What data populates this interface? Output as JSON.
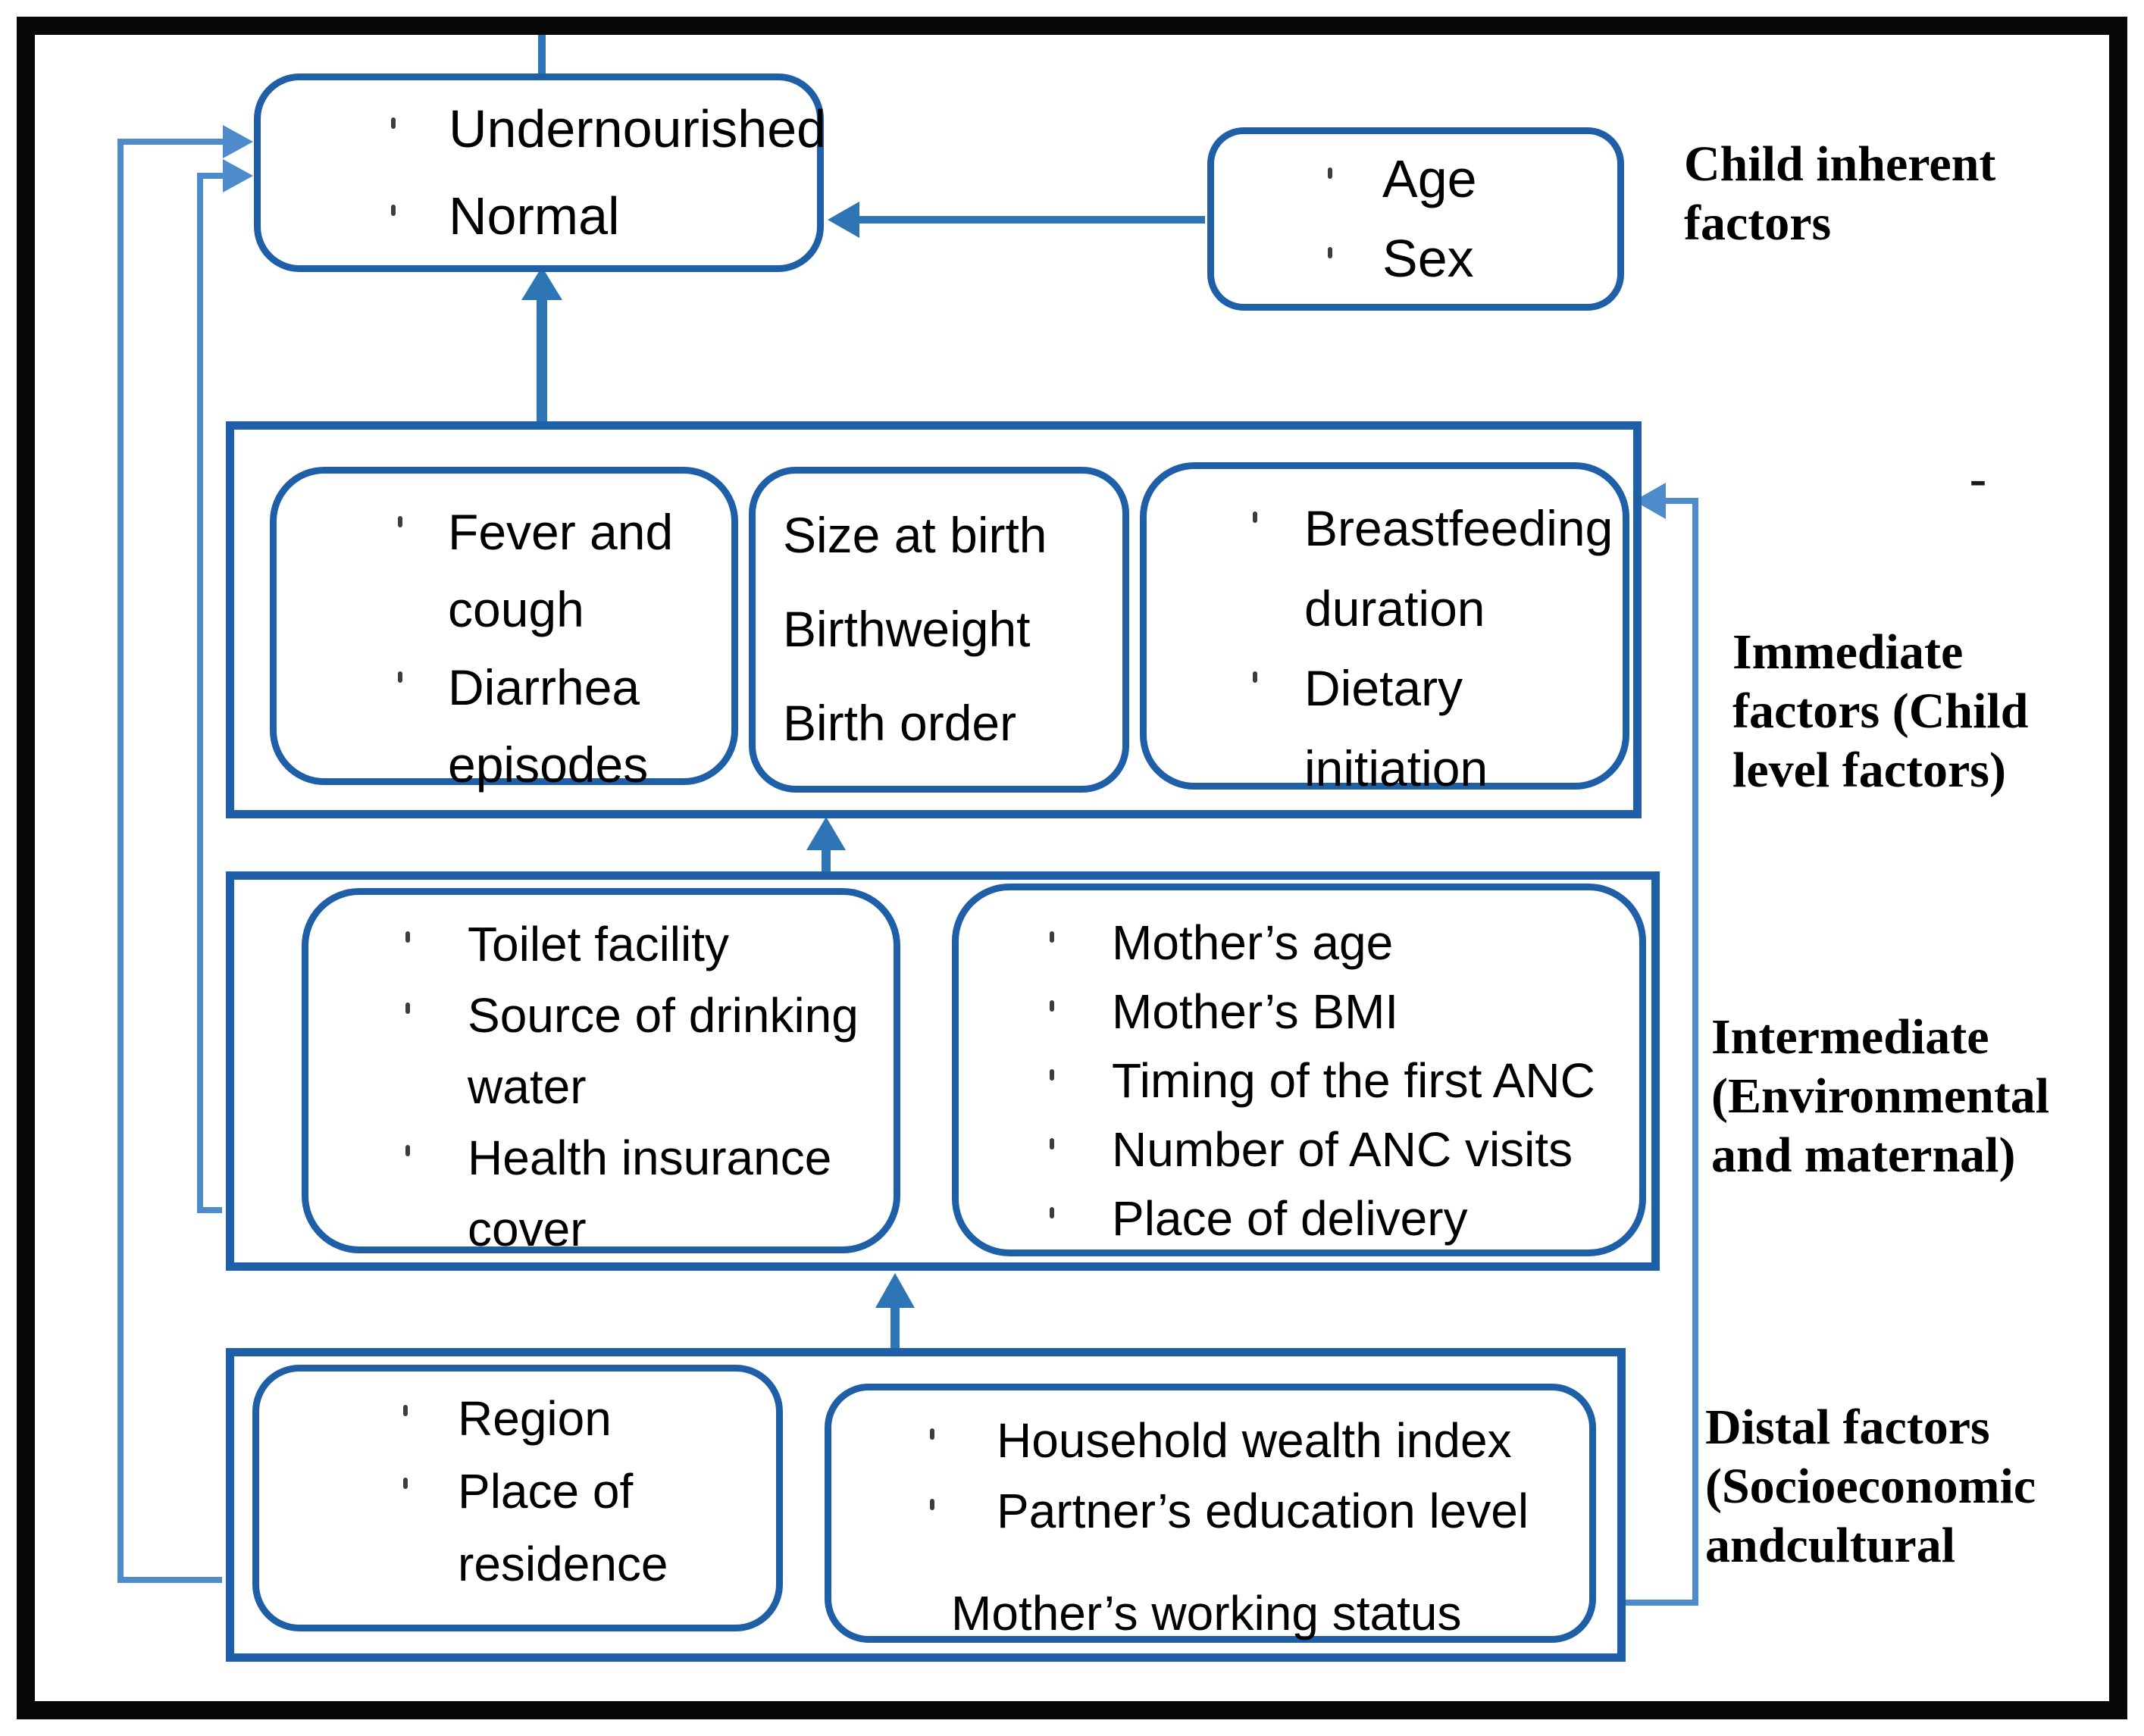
{
  "colors": {
    "box_border": "#1f5fa8",
    "arrow": "#2e75b6",
    "feedback_line": "#4e8bca",
    "frame": "#070707",
    "text": "#000000"
  },
  "outcome_box": {
    "items": [
      "Undernourished",
      "Normal"
    ]
  },
  "child_inherent": {
    "items": [
      "Age",
      "Sex"
    ],
    "label": "Child inherent factors"
  },
  "immediate_group": {
    "label": "Immediate factors (Child level factors)",
    "dash": "-",
    "illness_box": {
      "items": [
        "Fever and cough",
        "Diarrhea episodes"
      ]
    },
    "birth_box": {
      "items": [
        "Size at birth",
        "Birthweight",
        "Birth order"
      ]
    },
    "feeding_box": {
      "items": [
        "Breastfeeding duration",
        "Dietary initiation"
      ]
    }
  },
  "intermediate_group": {
    "label": "Intermediate (Environmental and maternal)",
    "environment_box": {
      "items": [
        "Toilet facility",
        "Source of drinking water",
        "Health insurance cover"
      ]
    },
    "maternal_box": {
      "items": [
        "Mother’s age",
        "Mother’s BMI",
        "Timing of the first ANC",
        "Number of ANC visits",
        "Place of delivery"
      ]
    }
  },
  "distal_group": {
    "label": "Distal factors (Socioeconomic andcultural",
    "geography_box": {
      "items": [
        "Region",
        "Place of residence"
      ]
    },
    "socioeconomic_box": {
      "items": [
        "Household wealth index",
        "Partner’s education level"
      ],
      "plain_item": "Mother’s working status"
    }
  }
}
